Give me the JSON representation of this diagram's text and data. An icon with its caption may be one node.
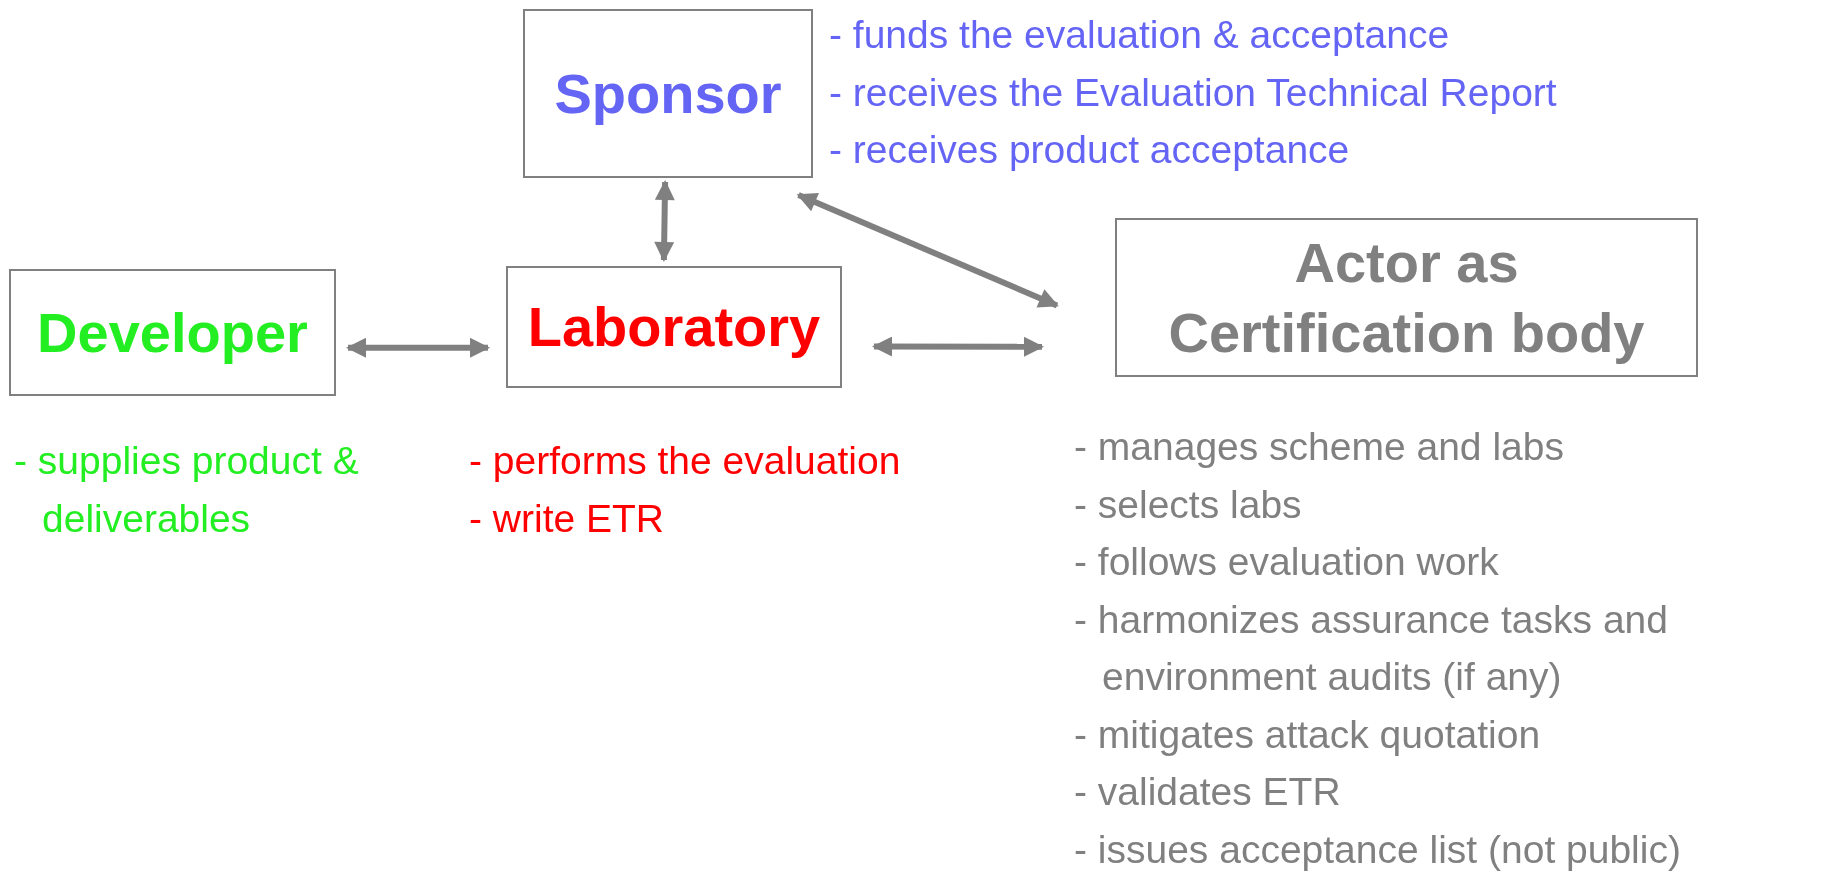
{
  "diagram": {
    "nodes": [
      {
        "text": [
          "Sponsor"
        ],
        "beside": [
          "- funds the evaluation & acceptance",
          "- receives the Evaluation Technical Report",
          "- receives product acceptance"
        ]
      },
      {
        "text": [
          "Developer"
        ],
        "beside": [
          "- supplies product & deliverables"
        ]
      },
      {
        "text": [
          "Laboratory"
        ],
        "beside": [
          "- performs the evaluation",
          "- write ETR"
        ]
      },
      {
        "text": [
          "Actor as Certification body"
        ],
        "beside": [
          "- manages scheme and labs",
          "- selects labs",
          "- follows evaluation work",
          "- harmonizes assurance tasks and environment audits (if any)",
          "- mitigates attack quotation",
          "- validates ETR",
          "- issues acceptance list (not public)"
        ]
      }
    ],
    "edges": [
      {
        "from": 0,
        "to": 2,
        "arrow": "both"
      },
      {
        "from": 0,
        "to": 3,
        "arrow": "both"
      },
      {
        "from": 1,
        "to": 2,
        "arrow": "both"
      },
      {
        "from": 2,
        "to": 3,
        "arrow": "both"
      }
    ]
  }
}
